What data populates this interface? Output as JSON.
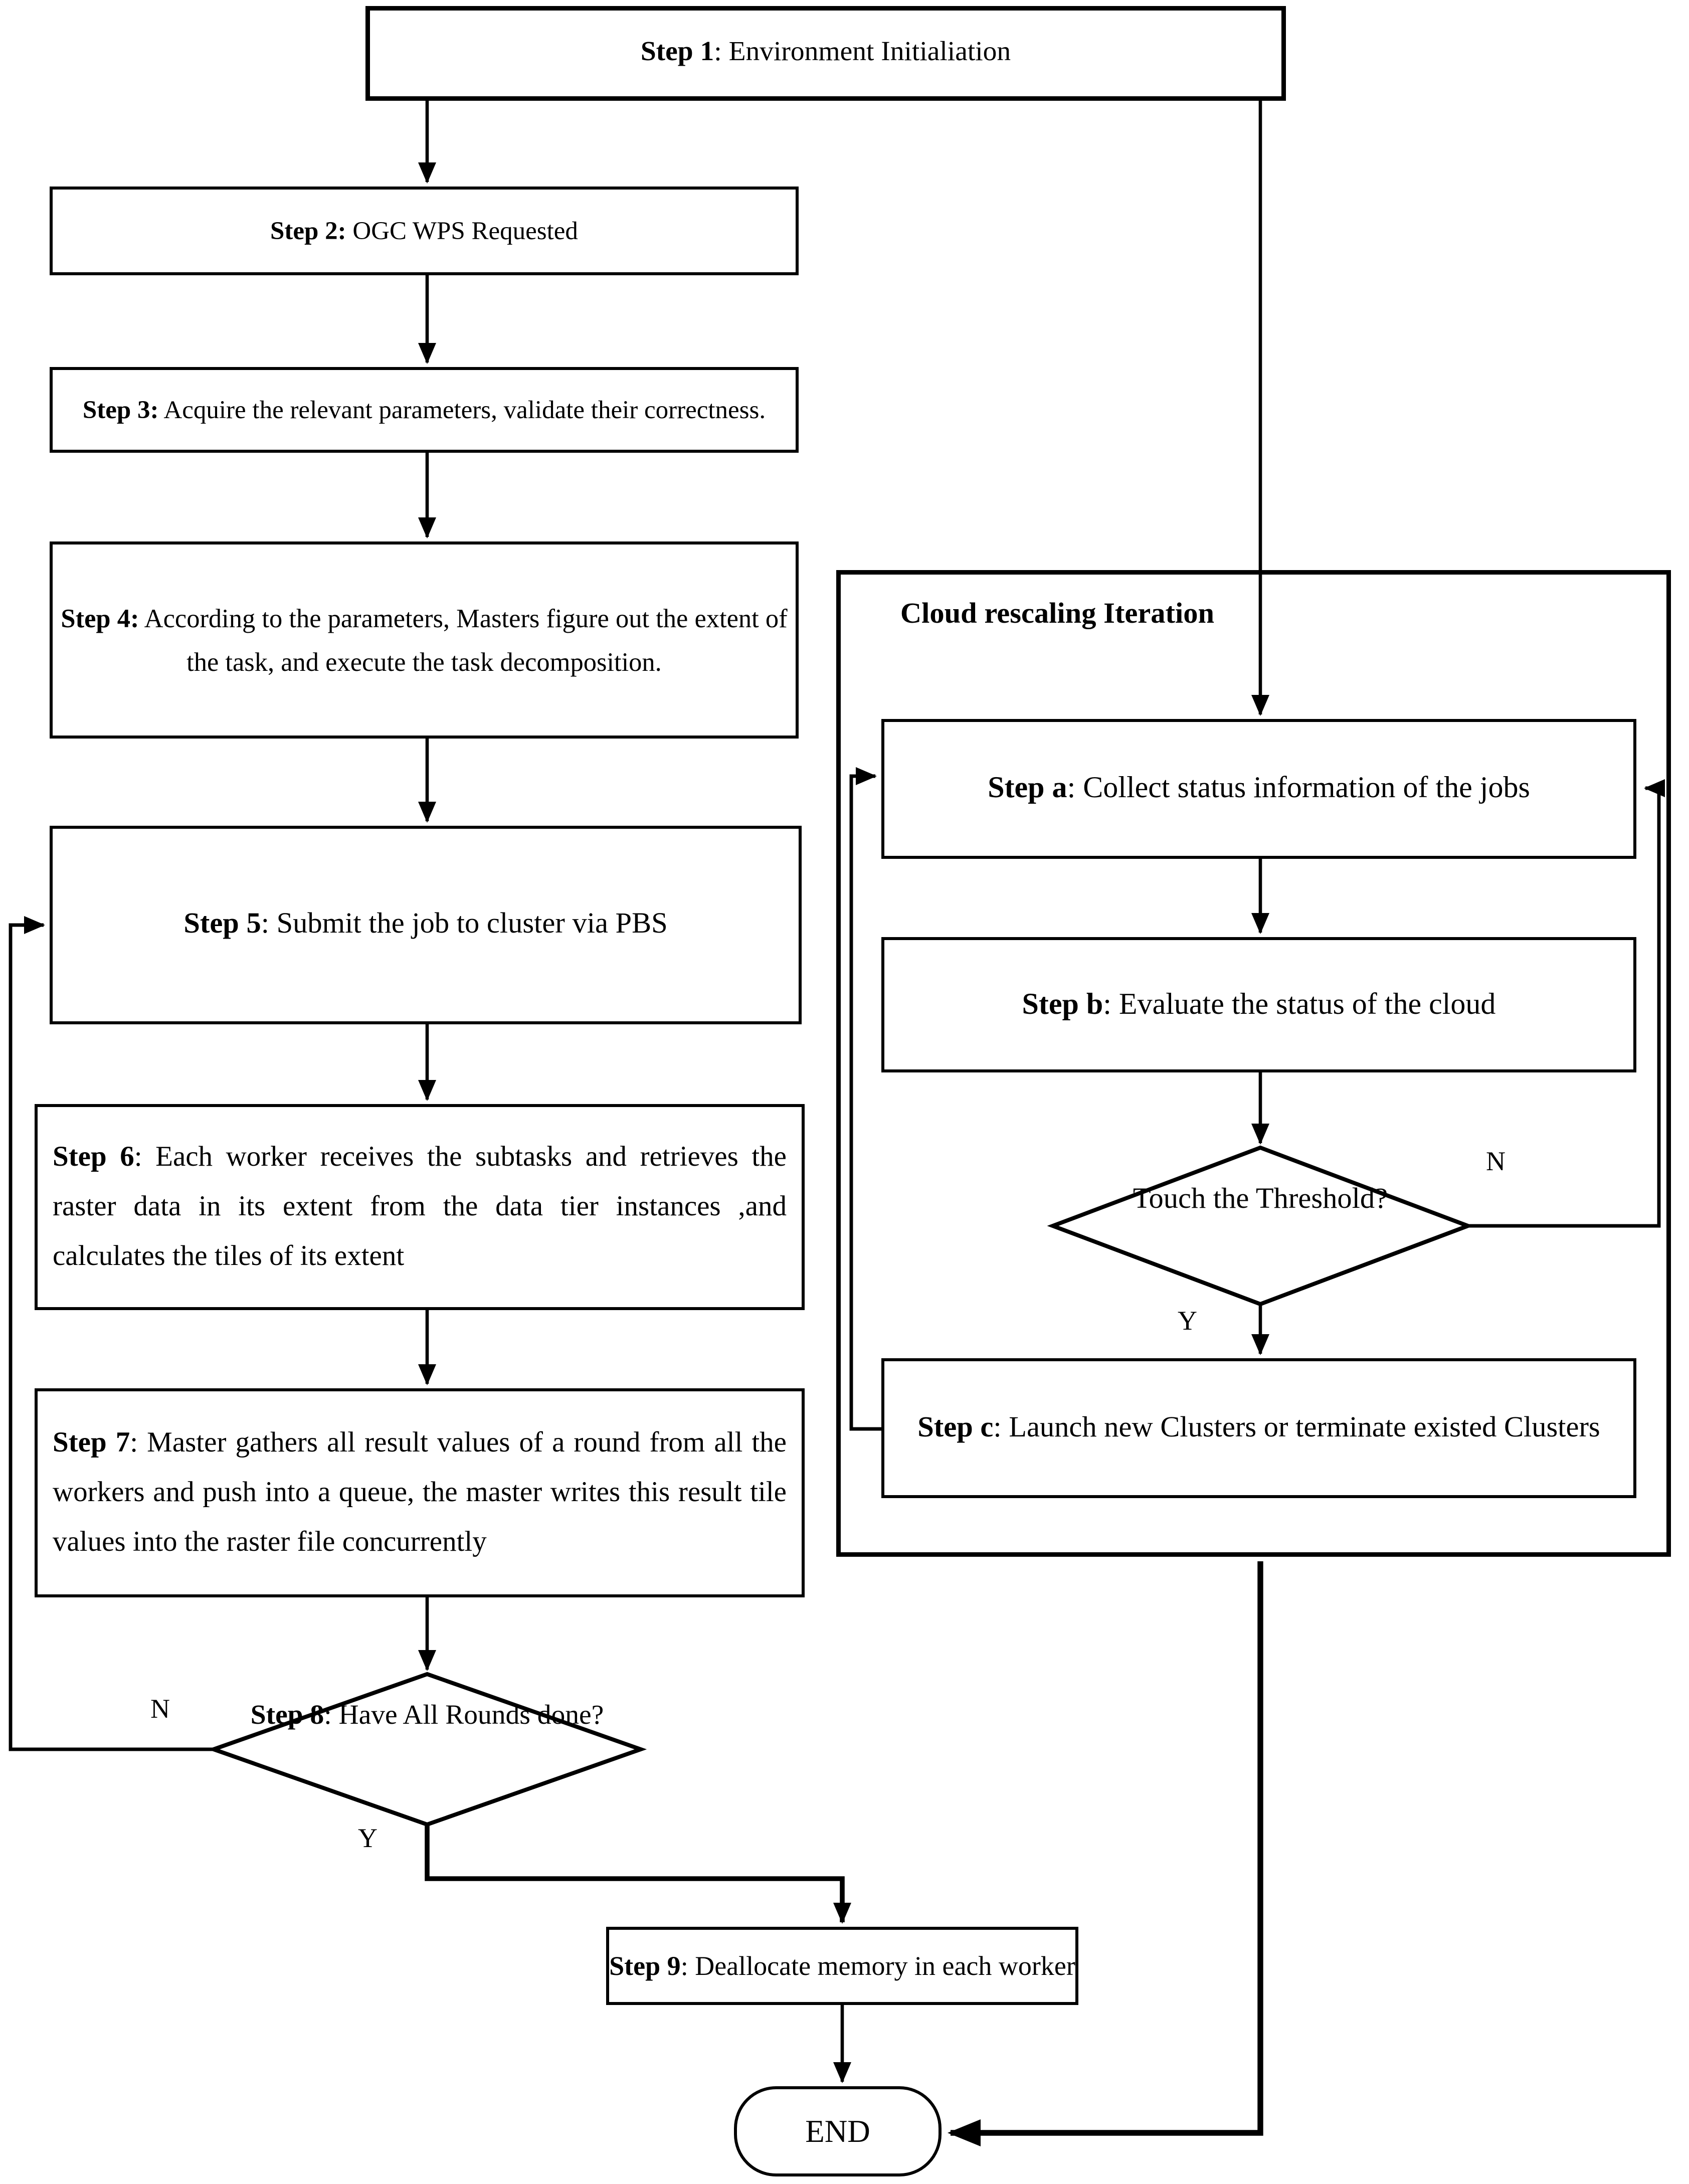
{
  "nodes": {
    "step1": {
      "prefix": "Step 1",
      "text": ": Environment Initialiation"
    },
    "step2": {
      "prefix": "Step 2:",
      "text": " OGC WPS Requested"
    },
    "step3": {
      "prefix": "Step 3:",
      "text": " Acquire the relevant parameters, validate their correctness."
    },
    "step4": {
      "prefix": "Step 4:",
      "text": " According to the parameters, Masters figure out the extent of the task, and execute the task decomposition."
    },
    "step5": {
      "prefix": "Step 5",
      "text": ": Submit the job to cluster via PBS"
    },
    "step6": {
      "prefix": "Step 6",
      "text": ": Each worker receives the subtasks and retrieves the raster data in its extent from the data tier instances ,and calculates the tiles of its extent"
    },
    "step7": {
      "prefix": "Step 7",
      "text": ": Master gathers all result values of a round from all the workers and push into a queue, the master writes this result tile values into the raster file concurrently"
    },
    "step9": {
      "prefix": "Step 9",
      "text": ": Deallocate memory in each worker"
    },
    "stepA": {
      "prefix": "Step a",
      "text": ": Collect status information of the jobs"
    },
    "stepB": {
      "prefix": "Step b",
      "text": ": Evaluate the status of the cloud"
    },
    "stepC": {
      "prefix": "Step c",
      "text": ": Launch new Clusters or terminate existed Clusters"
    }
  },
  "decisions": {
    "step8": {
      "prefix": "Step 8",
      "text": ": Have All Rounds done?"
    },
    "threshold": {
      "text": "Touch the Threshold?"
    }
  },
  "cloud_container": {
    "title": "Cloud rescaling Iteration"
  },
  "edge_labels": {
    "step8_no": "N",
    "step8_yes": "Y",
    "threshold_no": "N",
    "threshold_yes": "Y"
  },
  "terminator": {
    "label": "END"
  },
  "colors": {
    "stroke": "#000000",
    "fill": "#ffffff"
  }
}
